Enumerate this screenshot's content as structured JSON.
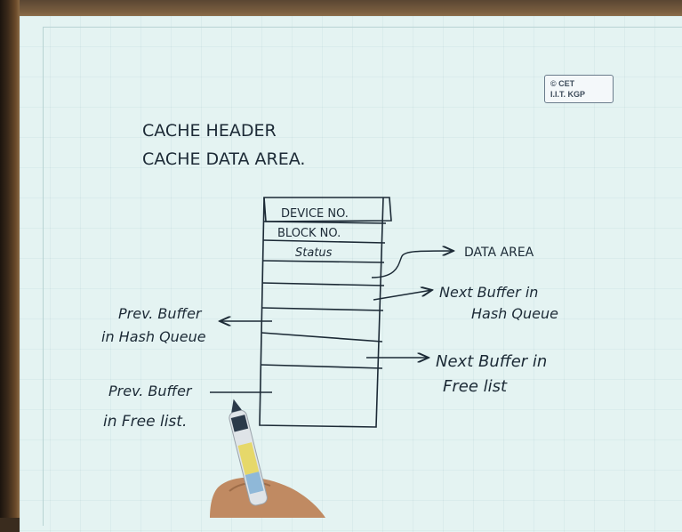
{
  "watermark": {
    "line1": "© CET",
    "line2": "I.I.T. KGP"
  },
  "headings": {
    "header": "CACHE HEADER",
    "data_area": "CACHE DATA AREA."
  },
  "table_rows": [
    "DEVICE NO.",
    "BLOCK NO.",
    "Status"
  ],
  "labels": {
    "data_area": "DATA AREA",
    "next_hash_1": "Next Buffer in",
    "next_hash_2": "Hash Queue",
    "next_free_1": "Next Buffer in",
    "next_free_2": "Free list",
    "prev_hash_1": "Prev. Buffer",
    "prev_hash_2": "in Hash Queue",
    "prev_free_1": "Prev. Buffer",
    "prev_free_2": "in Free list."
  },
  "colors": {
    "ink": "#1c2a36",
    "board": "#e4f3f2",
    "frame": "#5a4632"
  }
}
